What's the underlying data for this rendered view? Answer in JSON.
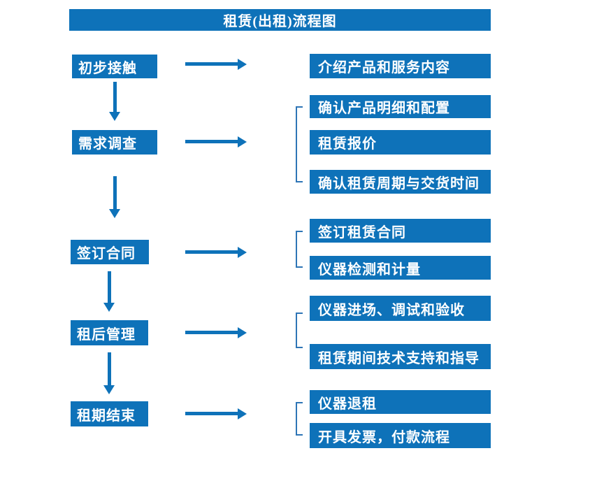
{
  "title": "租赁(出租)流程图",
  "colors": {
    "primary": "#0e72b9",
    "bracket": "#2e75b6",
    "text": "#ffffff",
    "background": "#ffffff"
  },
  "steps": [
    {
      "label": "初步接触",
      "details": [
        "介绍产品和服务内容"
      ]
    },
    {
      "label": "需求调查",
      "details": [
        "确认产品明细和配置",
        "租赁报价",
        "确认租赁周期与交货时间"
      ]
    },
    {
      "label": "签订合同",
      "details": [
        "签订租赁合同",
        "仪器检测和计量"
      ]
    },
    {
      "label": "租后管理",
      "details": [
        "仪器进场、调试和验收",
        "租赁期间技术支持和指导"
      ]
    },
    {
      "label": "租期结束",
      "details": [
        "仪器退租",
        "开具发票，付款流程"
      ]
    }
  ]
}
